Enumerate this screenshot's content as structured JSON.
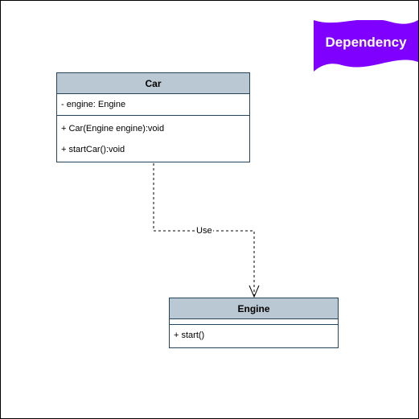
{
  "banner": {
    "label": "Dependency",
    "color": "#7f00ff"
  },
  "relationship": {
    "label": "Use"
  },
  "classes": {
    "car": {
      "name": "Car",
      "attributes": [
        "- engine: Engine"
      ],
      "methods": [
        "+ Car(Engine engine):void",
        "+ startCar():void"
      ]
    },
    "engine": {
      "name": "Engine",
      "attributes": [],
      "methods": [
        "+ start()"
      ]
    }
  },
  "colors": {
    "header_fill": "#bac8d3",
    "border": "#23445d",
    "banner": "#7f00ff"
  }
}
